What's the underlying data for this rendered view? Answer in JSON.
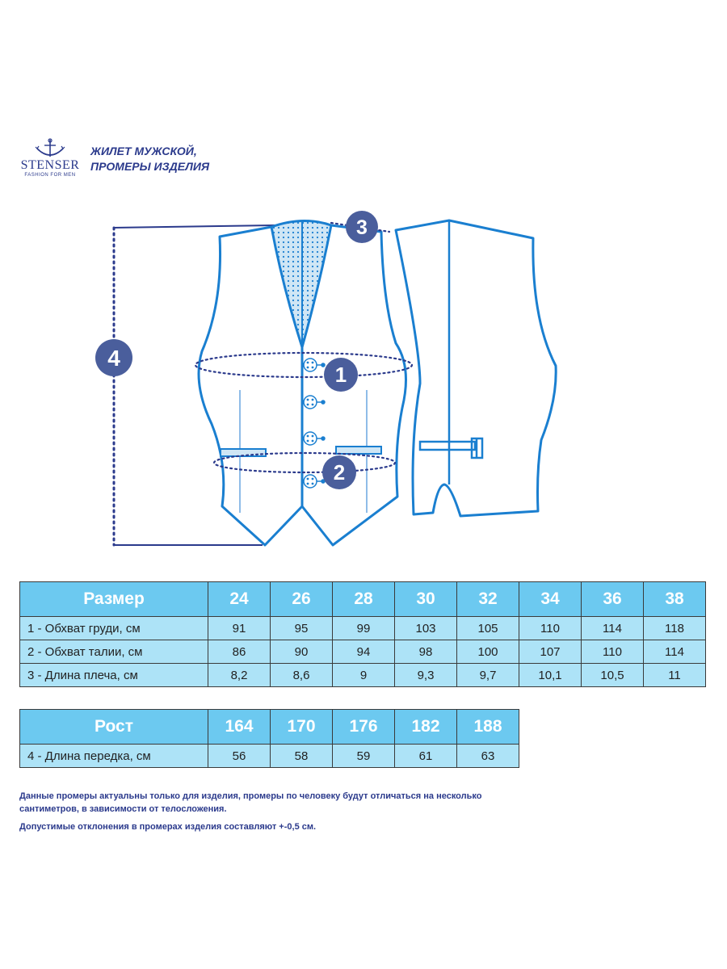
{
  "brand": {
    "name": "STENSER",
    "tagline": "FASHION FOR MEN",
    "icon": "anchor-icon"
  },
  "heading": {
    "line1": "ЖИЛЕТ МУЖСКОЙ,",
    "line2": "ПРОМЕРЫ ИЗДЕЛИЯ"
  },
  "diagram": {
    "markers": [
      "1",
      "2",
      "3",
      "4"
    ]
  },
  "size_table": {
    "header_label": "Размер",
    "sizes": [
      "24",
      "26",
      "28",
      "30",
      "32",
      "34",
      "36",
      "38"
    ],
    "rows": [
      {
        "label": "1 - Обхват груди, см",
        "values": [
          "91",
          "95",
          "99",
          "103",
          "105",
          "110",
          "114",
          "118"
        ]
      },
      {
        "label": "2 - Обхват талии, см",
        "values": [
          "86",
          "90",
          "94",
          "98",
          "100",
          "107",
          "110",
          "114"
        ]
      },
      {
        "label": "3 - Длина плеча, см",
        "values": [
          "8,2",
          "8,6",
          "9",
          "9,3",
          "9,7",
          "10,1",
          "10,5",
          "11"
        ]
      }
    ]
  },
  "height_table": {
    "header_label": "Рост",
    "heights": [
      "164",
      "170",
      "176",
      "182",
      "188"
    ],
    "rows": [
      {
        "label": "4 - Длина передка, см",
        "values": [
          "56",
          "58",
          "59",
          "61",
          "63"
        ]
      }
    ]
  },
  "notes": {
    "line1": "Данные промеры актуальны только для изделия, промеры по человеку будут отличаться на несколько сантиметров, в зависимости от телосложения.",
    "line2": "Допустимые отклонения в промерах изделия составляют +-0,5 см."
  },
  "colors": {
    "accent": "#6cc9f0",
    "row": "#ade3f7",
    "outline": "#1a7fd0",
    "navy": "#2b3a8c",
    "marker": "#4a5e9c"
  }
}
